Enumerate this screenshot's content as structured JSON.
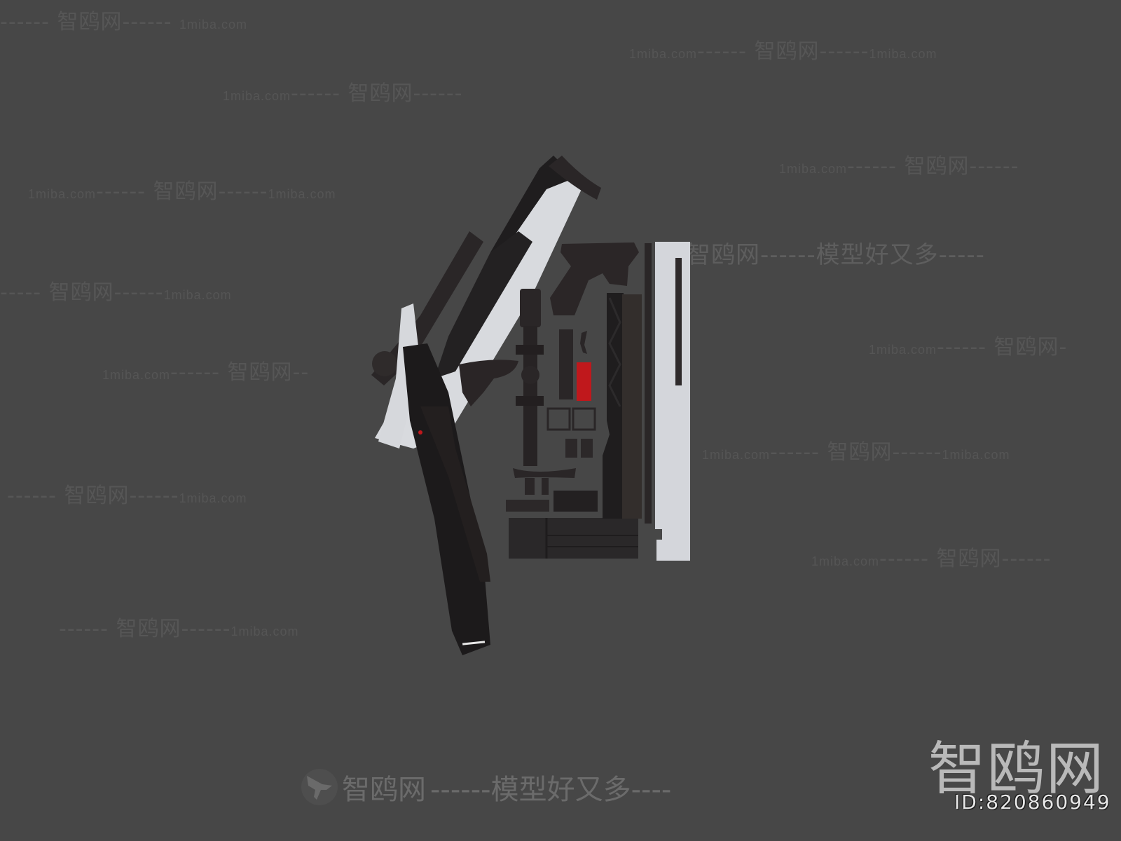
{
  "image": {
    "description": "3D render of a disassembled white-and-black sniper rifle model with its parts laid out on a dark gray background, overlaid with repeating site watermarks",
    "background_color": "#474747",
    "accent_color": "#c0181c"
  },
  "watermarks": {
    "brand": "智鸥网",
    "url": "1miba.com",
    "slogan": "模型好又多",
    "dash": "------",
    "items": [
      {
        "text": "------ 智鸥网------ ",
        "url": "1miba.com"
      },
      {
        "url": "1miba.com",
        "text": "------ 智鸥网------",
        "url2": "1miba.com"
      },
      {
        "url": "1miba.com",
        "text": "------ 智鸥网------"
      },
      {
        "url": "1miba.com",
        "text": "------ 智鸥网------"
      },
      {
        "url": "1miba.com",
        "text": "------ 智鸥网------",
        "url2": "1miba.com"
      },
      {
        "text": "智鸥网------模型好又多-----"
      },
      {
        "text": "----- 智鸥网------",
        "url": "1miba.com"
      },
      {
        "url": "1miba.com",
        "text": "------ 智鸥网-"
      },
      {
        "url": "1miba.com",
        "text": "------ 智鸥网--"
      },
      {
        "url": "1miba.com",
        "text": "------ 智鸥网------",
        "url2": "1miba.com"
      },
      {
        "text": "------ 智鸥网------",
        "url": "1miba.com"
      },
      {
        "url": "1miba.com",
        "text": "------ 智鸥网------"
      },
      {
        "text": "------ 智鸥网------",
        "url": "1miba.com"
      }
    ]
  },
  "branding": {
    "logo_text": "智鸥网",
    "id_label": "ID:820860949",
    "bottom_slogan_brand": "智鸥网",
    "bottom_slogan_rest": "------模型好又多----"
  }
}
